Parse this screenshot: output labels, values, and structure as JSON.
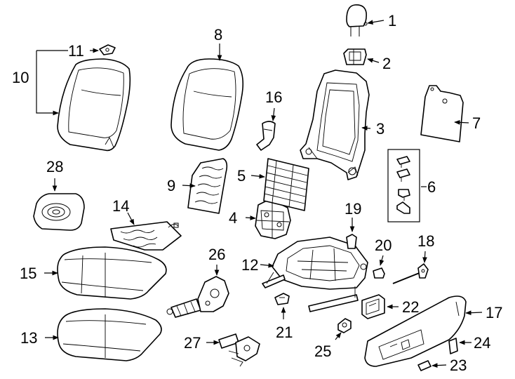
{
  "callouts": {
    "c1": "1",
    "c2": "2",
    "c3": "3",
    "c4": "4",
    "c5": "5",
    "c6": "6",
    "c7": "7",
    "c8": "8",
    "c9": "9",
    "c10": "10",
    "c11": "11",
    "c12": "12",
    "c13": "13",
    "c14": "14",
    "c15": "15",
    "c16": "16",
    "c17": "17",
    "c18": "18",
    "c19": "19",
    "c20": "20",
    "c21": "21",
    "c22": "22",
    "c23": "23",
    "c24": "24",
    "c25": "25",
    "c26": "26",
    "c27": "27",
    "c28": "28"
  },
  "colors": {
    "line": "#000000",
    "background": "#ffffff"
  }
}
